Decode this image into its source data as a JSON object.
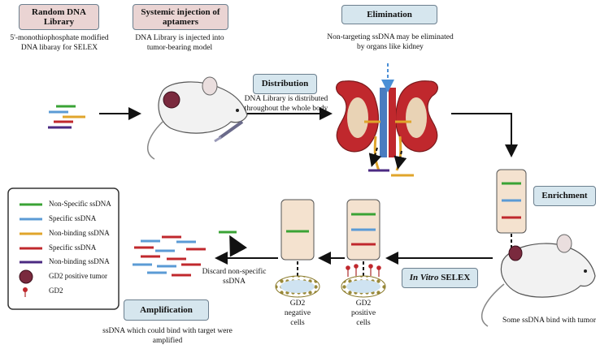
{
  "steps": {
    "library": {
      "title": "Random DNA Library",
      "desc": "5'-monothiophosphate modified DNA libaray  for SELEX"
    },
    "injection": {
      "title": "Systemic injection of aptamers",
      "desc": "DNA Library is injected into tumor-bearing model"
    },
    "elimination": {
      "title": "Elimination",
      "desc": "Non-targeting ssDNA may be eliminated  by organs like kidney"
    },
    "distribution": {
      "title": "Distribution",
      "desc": "DNA Library is distributed throughout the whole body"
    },
    "enrichment": {
      "title": "Enrichment"
    },
    "in_vitro": {
      "title_italic": "In Vitro",
      "title_rest": " SELEX"
    },
    "amplification": {
      "title": "Amplification",
      "desc": "ssDNA which could bind with target were amplified"
    }
  },
  "labels": {
    "tumor_bind": "Some ssDNA bind with tumor",
    "discard": "Discard non-specific ssDNA",
    "gd2_negative": "GD2 negative cells",
    "gd2_positive": "GD2 positive cells"
  },
  "legend": [
    {
      "label": "Non-Specific ssDNA",
      "color": "#3aa335"
    },
    {
      "label": "Specific  ssDNA",
      "color": "#5b9bd5"
    },
    {
      "label": "Non-binding ssDNA",
      "color": "#e0a52b"
    },
    {
      "label": "Specific  ssDNA",
      "color": "#c0282d"
    },
    {
      "label": "Non-binding ssDNA",
      "color": "#4b2a82"
    }
  ],
  "legend_tumor": "GD2 positive  tumor",
  "legend_gd2": "GD2",
  "colors": {
    "green": "#3aa335",
    "blue": "#5b9bd5",
    "yellow": "#e0a52b",
    "red": "#c0282d",
    "purple": "#4b2a82",
    "pink_box": "#ead4d3",
    "blue_box": "#d6e6ee",
    "tube": "#f4e2cf"
  }
}
